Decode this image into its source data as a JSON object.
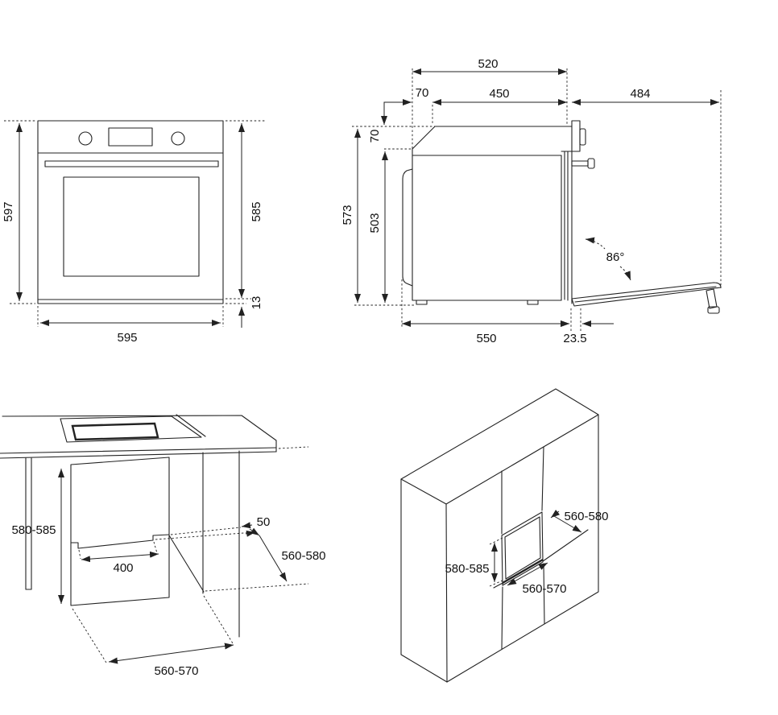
{
  "document": {
    "type": "appliance-installation-drawing",
    "subject": "built-in oven dimensions and niche cut-out sizes (mm)"
  },
  "colors": {
    "line": "#222222",
    "background": "#ffffff",
    "text": "#111111"
  },
  "figures": {
    "front_view": {
      "name": "oven front view",
      "dims": {
        "height_total": "597",
        "fascia_height": "585",
        "plinth": "13",
        "width": "595"
      }
    },
    "side_view": {
      "name": "oven side view with door open",
      "dims": {
        "depth_top": "520",
        "back_offset": "70",
        "depth_top_inner": "450",
        "door_open": "484",
        "top_drop": "70",
        "height_total": "573",
        "height_lower": "503",
        "door_angle": "86°",
        "depth_body": "550",
        "door_gap": "23.5"
      }
    },
    "undercounter": {
      "name": "under-counter niche installation",
      "dims": {
        "niche_height": "580-585",
        "vent_width": "400",
        "setback": "50",
        "niche_depth": "560-580",
        "niche_width": "560-570"
      }
    },
    "column": {
      "name": "tall cabinet (column) niche installation",
      "dims": {
        "niche_depth": "560-580",
        "niche_height": "580-585",
        "niche_width": "560-570"
      }
    }
  }
}
